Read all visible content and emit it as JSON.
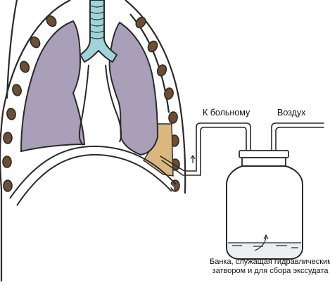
{
  "labels": {
    "to_patient": "К больному",
    "air": "Воздух",
    "jar_line1": "Банка, служащая гидравлическим",
    "jar_line2": "затвором и для сбора экссудата"
  },
  "colors": {
    "lung_fill": "#aa9fb8",
    "trachea_fill": "#9fd4da",
    "effusion_fill": "#d9b77e",
    "rib_fill": "#6e4e30",
    "outline": "#2a2a2a",
    "water_fill": "#eceff1"
  }
}
